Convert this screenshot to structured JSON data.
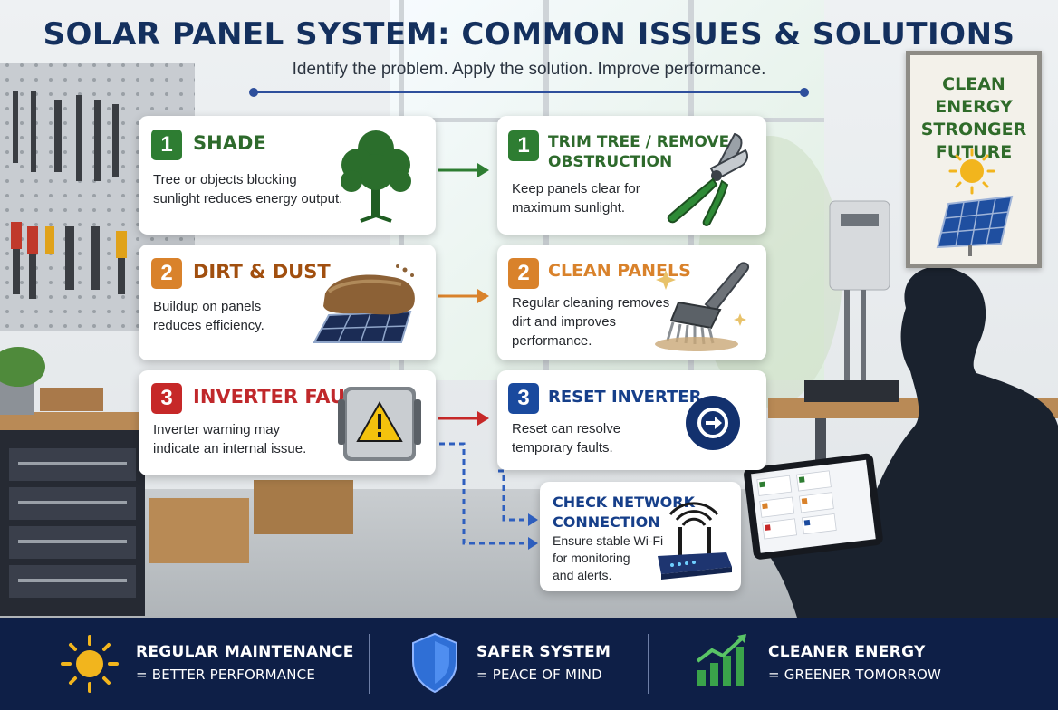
{
  "header": {
    "title": "SOLAR PANEL SYSTEM: COMMON ISSUES & SOLUTIONS",
    "subtitle": "Identify the problem. Apply the solution. Improve performance."
  },
  "poster": {
    "text": "CLEAN ENERGY\nSTRONGER\nFUTURE"
  },
  "problems": [
    {
      "number": "1",
      "title": "SHADE",
      "description": "Tree or objects blocking\nsunlight reduces energy output.",
      "icon": "tree-icon",
      "color": "#2e7d32"
    },
    {
      "number": "2",
      "title": "DIRT & DUST",
      "description": "Buildup on panels\nreduces efficiency.",
      "icon": "dirty-panel-icon",
      "color": "#d9822b"
    },
    {
      "number": "3",
      "title": "INVERTER FAULT",
      "description": "Inverter warning may\nindicate an internal issue.",
      "icon": "inverter-warning-icon",
      "color": "#c62828"
    }
  ],
  "solutions": [
    {
      "number": "1",
      "title": "TRIM TREE / REMOVE\nOBSTRUCTION",
      "description": "Keep panels clear for\nmaximum sunlight.",
      "icon": "pruning-shears-icon",
      "color": "#2e7d32"
    },
    {
      "number": "2",
      "title": "CLEAN PANELS",
      "description": "Regular cleaning removes\ndirt and improves\nperformance.",
      "icon": "cleaning-brush-icon",
      "color": "#d9822b"
    },
    {
      "number": "3",
      "title": "RESET INVERTER",
      "description": "Reset can resolve\ntemporary faults.",
      "icon": "reset-arrow-icon",
      "color": "#1a4a9e"
    }
  ],
  "network": {
    "title": "CHECK NETWORK\nCONNECTION",
    "description": "Ensure stable Wi-Fi\nfor monitoring\nand alerts.",
    "icon": "wifi-router-icon"
  },
  "banner": [
    {
      "line1": "REGULAR MAINTENANCE",
      "line2": "= BETTER PERFORMANCE",
      "icon": "sun-icon"
    },
    {
      "line1": "SAFER SYSTEM",
      "line2": "= PEACE OF MIND",
      "icon": "shield-icon"
    },
    {
      "line1": "CLEANER ENERGY",
      "line2": "= GREENER TOMORROW",
      "icon": "growth-chart-icon"
    }
  ]
}
